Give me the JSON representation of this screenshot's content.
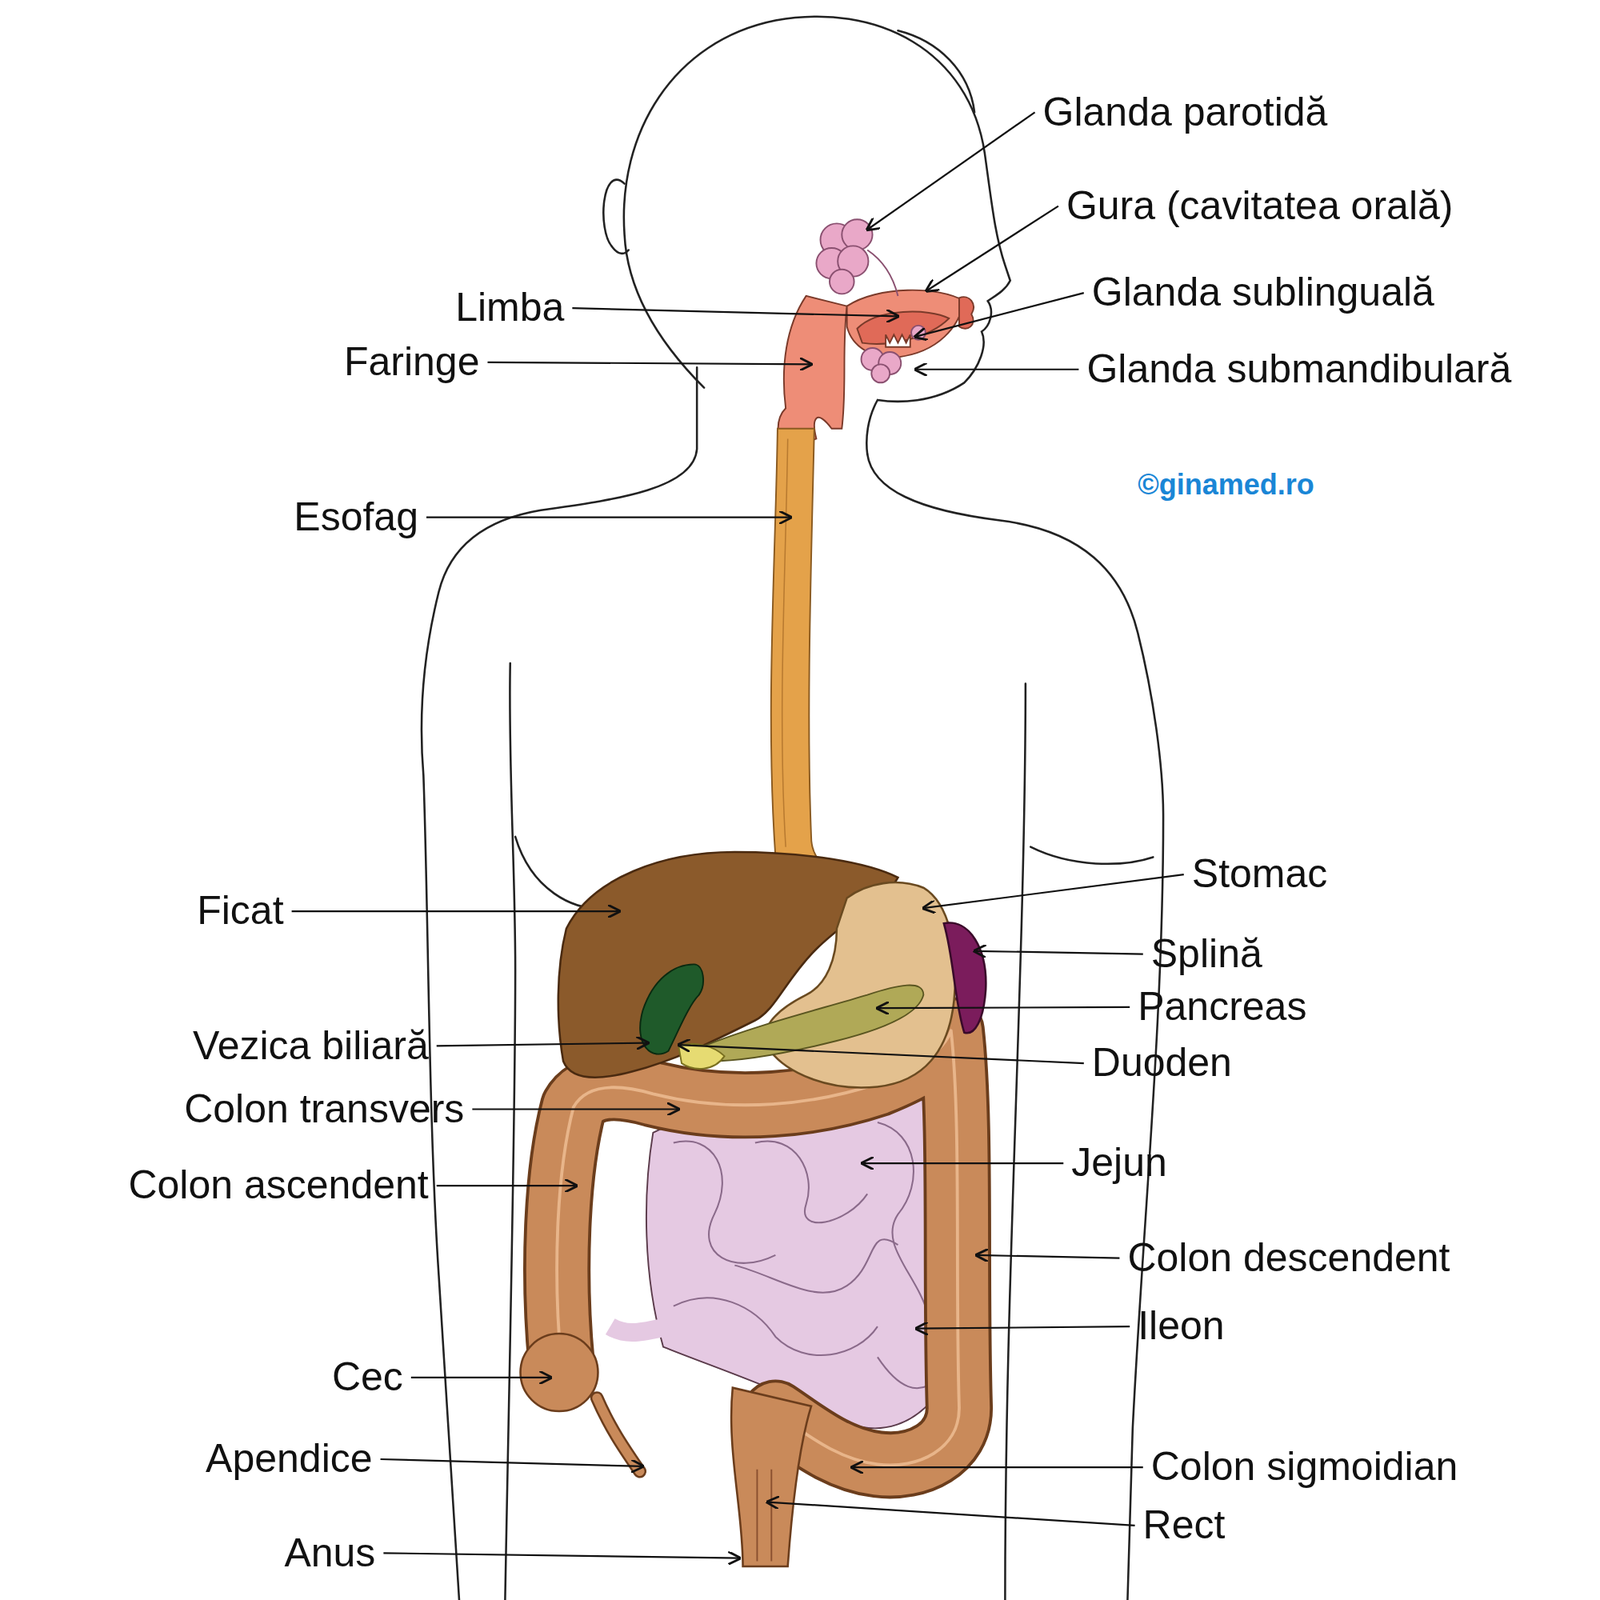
{
  "diagram": {
    "labels": [
      "Glanda parotidă",
      "Gura (cavitatea orală)",
      "Limba",
      "Glanda sublinguală",
      "Faringe",
      "Glanda submandibulară",
      "Esofag",
      "©ginamed.ro",
      "Stomac",
      "Ficat",
      "Splină",
      "Pancreas",
      "Vezica biliară",
      "Duoden",
      "Colon transvers",
      "Jejun",
      "Colon ascendent",
      "Colon descendent",
      "Ileon",
      "Cec",
      "Apendice",
      "Colon sigmoidian",
      "Rect",
      "Anus"
    ]
  }
}
